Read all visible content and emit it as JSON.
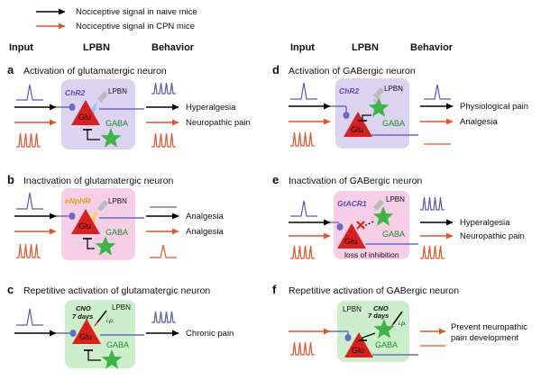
{
  "legend": {
    "naive": "Nociceptive signal in naive mice",
    "cpn": "Nociceptive signal in CPN mice",
    "naive_color": "#000000",
    "cpn_color": "#e0542a"
  },
  "headers": {
    "input": "Input",
    "lpbn": "LPBN",
    "behavior": "Behavior"
  },
  "labels": {
    "lpbn": "LPBN",
    "glu": "Glu",
    "gaba": "GABA",
    "cno": "CNO",
    "cno_days": "7 days",
    "ip": "i.p."
  },
  "panels": {
    "a": {
      "letter": "a",
      "title": "Activation of glutamatergic neuron",
      "opsin": "ChR2",
      "out_top": "Hyperalgesia",
      "out_bottom": "Neuropathic pain"
    },
    "b": {
      "letter": "b",
      "title": "Inactivation of glutamatergic neuron",
      "opsin": "eNpHR",
      "out_top": "Analgesia",
      "out_bottom": "Analgesia"
    },
    "c": {
      "letter": "c",
      "title": "Repetitive activation of glutamatergic neuron",
      "out_main": "Chronic pain"
    },
    "d": {
      "letter": "d",
      "title": "Activation of GABergic neuron",
      "opsin": "ChR2",
      "out_top": "Physiological pain",
      "out_bottom": "Analgesia"
    },
    "e": {
      "letter": "e",
      "title": "Inactivation of GABergic neuron",
      "opsin": "GtACR1",
      "out_top": "Hyperalgesia",
      "out_bottom": "Neuropathic pain",
      "note": "loss of inhibition"
    },
    "f": {
      "letter": "f",
      "title": "Repetitive activation of GABergic neuron",
      "out_main_1": "Prevent neuropathic",
      "out_main_2": "pain development"
    }
  },
  "colors": {
    "purple_box": "#dcd3f0",
    "pink_box": "#f6cfe6",
    "green_box": "#cdeecb",
    "neuron_red": "#d8201e",
    "star_green": "#3fb548",
    "axon_blue": "#6a6ac8",
    "light_blue": "#86c8ee",
    "light_yellow": "#f3d23c",
    "pulse_blue": "#5a5ab8"
  }
}
